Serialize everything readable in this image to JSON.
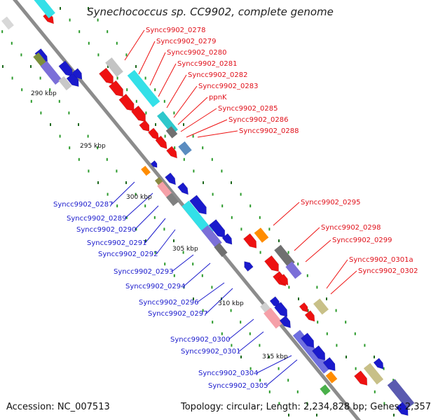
{
  "title": "Synechococcus sp. CC9902, complete genome",
  "footer": {
    "accession": "Accession: NC_007513",
    "stats": "Topology: circular; Length: 2,234,828 bp; Genes: 2,357"
  },
  "scale_labels": [
    "290 kbp",
    "295 kbp",
    "300 kbp",
    "305 kbp",
    "310 kbp",
    "315 kbp"
  ],
  "red_genes": [
    "Syncc9902_0278",
    "Syncc9902_0279",
    "Syncc9902_0280",
    "Syncc9902_0281",
    "Syncc9902_0282",
    "Syncc9902_0283",
    "ppnK",
    "Syncc9902_0285",
    "Syncc9902_0286",
    "Syncc9902_0288",
    "Syncc9902_0295",
    "Syncc9902_0298",
    "Syncc9902_0299",
    "Syncc9902_0301a",
    "Syncc9902_0302"
  ],
  "blue_genes": [
    "Syncc9902_0287",
    "Syncc9902_0289",
    "Syncc9902_0290",
    "Syncc9902_0291",
    "Syncc9902_0292",
    "Syncc9902_0293",
    "Syncc9902_0294",
    "Syncc9902_0296",
    "Syncc9902_0297",
    "Syncc9902_0300",
    "Syncc9902_0301",
    "Syncc9902_0304",
    "Syncc9902_0305"
  ],
  "colors": {
    "strand_red": "#ee1111",
    "strand_blue": "#1a1acc",
    "cyan": "#33e0e8",
    "gray": "#9a9a9a",
    "backbone": "#8c8c8c",
    "tick": "#2a9a2a",
    "orange": "#ff8c00",
    "purple": "#7b6fd8",
    "pink": "#f5a0a8",
    "olive": "#c8c088"
  }
}
